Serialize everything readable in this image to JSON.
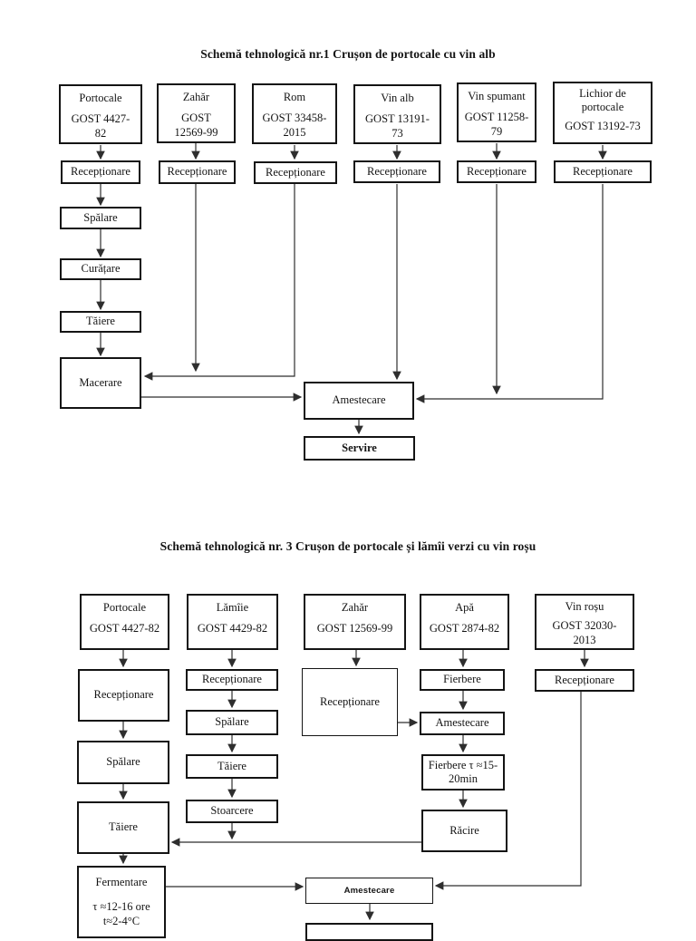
{
  "colors": {
    "background": "#ffffff",
    "box_border": "#141414",
    "wire": "#2e2e2e",
    "text": "#141414"
  },
  "charts": [
    {
      "title": "Schemă tehnologică nr.1 Crușon de portocale cu vin alb",
      "reception": "Recepționare",
      "sources": [
        {
          "name": "Portocale",
          "gost": "GOST 4427-\n82"
        },
        {
          "name": "Zahăr",
          "gost": "GOST\n12569-99"
        },
        {
          "name": "Rom",
          "gost": "GOST 33458-\n2015"
        },
        {
          "name": "Vin alb",
          "gost": "GOST 13191-\n73"
        },
        {
          "name": "Vin spumant",
          "gost": "GOST 11258-\n79"
        },
        {
          "name": "Lichior de\nportocale",
          "gost": "GOST 13192-73"
        }
      ],
      "steps": {
        "spalare": "Spălare",
        "curatare": "Curățare",
        "taiere": "Tăiere",
        "macerare": "Macerare",
        "amestecare": "Amestecare",
        "servire": "Servire"
      }
    },
    {
      "title": "Schemă tehnologică nr. 3 Crușon de portocale și lămîi verzi cu vin roșu",
      "reception": "Recepționare",
      "sources": [
        {
          "name": "Portocale",
          "gost": "GOST 4427-82"
        },
        {
          "name": "Lămîie",
          "gost": "GOST 4429-82"
        },
        {
          "name": "Zahăr",
          "gost": "GOST 12569-99"
        },
        {
          "name": "Apă",
          "gost": "GOST 2874-82"
        },
        {
          "name": "Vin roșu",
          "gost": "GOST 32030-\n2013"
        }
      ],
      "steps": {
        "spalare": "Spălare",
        "taiere": "Tăiere",
        "stoarcere": "Stoarcere",
        "fierbere": "Fierbere",
        "amestecare": "Amestecare",
        "fierbere2": "Fierbere τ ≈15-\n20min",
        "racire": "Răcire",
        "fermentare_name": "Fermentare",
        "fermentare_detail": "τ ≈12-16 ore\nt≈2-4°C",
        "amestecare2": "Amestecare"
      }
    }
  ]
}
